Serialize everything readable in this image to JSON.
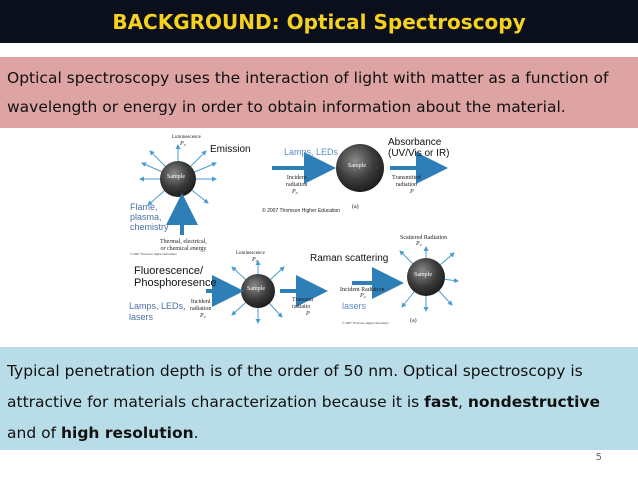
{
  "slide": {
    "title": "BACKGROUND: Optical Spectroscopy",
    "intro": "Optical spectroscopy uses the interaction of light with matter as a function of wavelength or energy in order to obtain information about the material.",
    "bottom": {
      "text_1": "Typical penetration depth is of the order of 50 nm. Optical spectroscopy is attractive for materials characterization because it is ",
      "bold_1": "fast",
      "text_2": ", ",
      "bold_2": "nondestructive",
      "text_3": " and of ",
      "bold_3": "high resolution",
      "text_4": "."
    },
    "page_number": "5"
  },
  "figure": {
    "emission": {
      "title": "Emission",
      "top_label": "Luminescence",
      "p0": "P₀",
      "source": "Flame,\nplasma,\nchemistry",
      "energy": "Thermal, electrical,\nor chemical energy"
    },
    "absorbance": {
      "title": "Absorbance",
      "subtitle": "(UV/Vis or IR)",
      "source": "Lamps, LEDs",
      "incident": "Incident\nradiation",
      "p0": "P₀",
      "transmitted": "Transmitted\nradiation",
      "p": "P",
      "copyright": "© 2007 Thomson Higher Education",
      "panel": "(a)"
    },
    "fluorescence": {
      "title": "Fluorescence/\nPhosphoresence",
      "top_label": "Luminescence",
      "p0": "P₀",
      "source": "Lamps, LEDs,\nlasers",
      "incident": "Incident\nradiation",
      "p0b": "P₀",
      "transmitted": "Transmit\nradiatio",
      "p": "P",
      "small_copyright": "© 2007 Thomson Higher Education"
    },
    "raman": {
      "title": "Raman scattering",
      "scattered": "Scattered Radiation",
      "p0": "P₀",
      "source": "lasers",
      "incident": "Incident Radiation",
      "p0b": "P₀",
      "small_copyright": "© 2007 Thomson Higher Education",
      "panel": "(a)"
    },
    "sample_label": "Sample"
  },
  "colors": {
    "title_bg": "#0b0f1c",
    "title_text": "#f6d21f",
    "intro_bg": "#dea3a3",
    "bottom_bg": "#b9dde8",
    "arrow_blue": "#2e7fb8",
    "ray_blue": "#4a9cd0"
  }
}
